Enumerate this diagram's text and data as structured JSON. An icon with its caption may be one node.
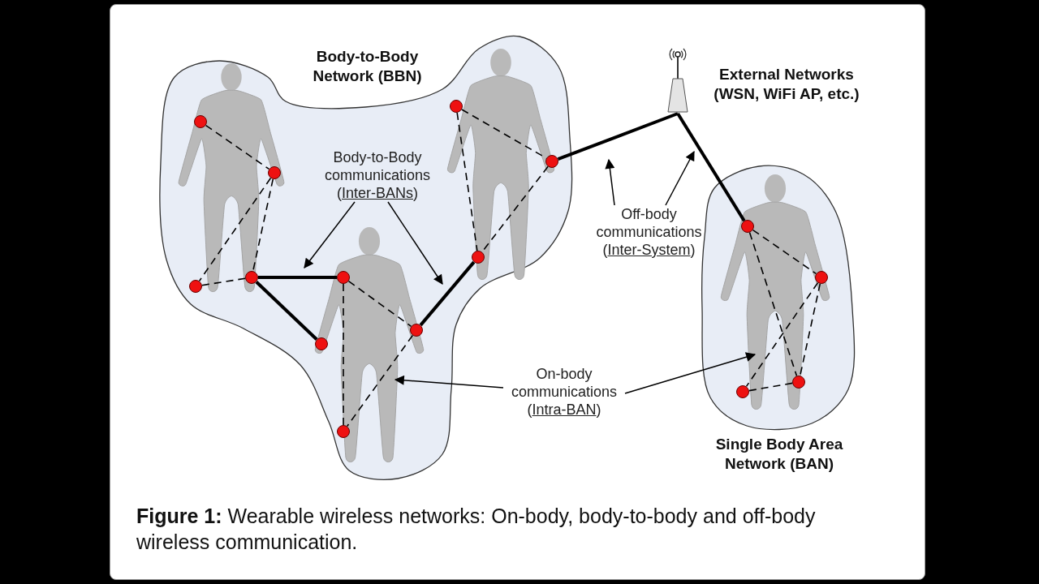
{
  "diagram": {
    "caption": "**Figure 1:** Wearable wireless networks: On-body, body-to-body and off-body wireless communication.",
    "nodes": [
      {
        "text": [
          "Body-to-Body Network (BBN)"
        ]
      },
      {
        "text": [],
        "shape": "circle",
        "in": 0
      },
      {
        "text": [],
        "shape": "circle",
        "in": 0
      },
      {
        "text": [],
        "shape": "circle",
        "in": 0
      },
      {
        "text": [],
        "shape": "circle",
        "in": 0
      },
      {
        "text": [],
        "shape": "circle",
        "in": 0
      },
      {
        "text": [],
        "shape": "circle",
        "in": 0
      },
      {
        "text": [],
        "shape": "circle",
        "in": 0
      },
      {
        "text": [],
        "shape": "circle",
        "in": 0
      },
      {
        "text": [],
        "shape": "circle",
        "in": 0
      },
      {
        "text": [],
        "shape": "circle",
        "in": 0
      },
      {
        "text": [],
        "shape": "circle",
        "in": 0
      },
      {
        "text": [
          "Body-to-Body communications (Inter-BANs)"
        ],
        "in": 0
      },
      {
        "text": [],
        "shape": "picture",
        "beside": [
          "External Networks (WSN, WiFi AP, etc.)"
        ]
      },
      {
        "text": [
          "Off-body communications (Inter-System)"
        ]
      },
      {
        "text": [
          "Single Body Area Network (BAN)"
        ]
      },
      {
        "text": [],
        "shape": "circle",
        "in": 15
      },
      {
        "text": [],
        "shape": "circle",
        "in": 15
      },
      {
        "text": [],
        "shape": "circle",
        "in": 15
      },
      {
        "text": [],
        "shape": "circle",
        "in": 15
      },
      {
        "text": [
          "On-body communications (Intra-BAN)"
        ]
      }
    ],
    "edges": [
      {
        "from": 1,
        "to": 2,
        "arrow": "none",
        "style": "dashed"
      },
      {
        "from": 2,
        "to": 4,
        "arrow": "none",
        "style": "dashed"
      },
      {
        "from": 2,
        "to": 3,
        "arrow": "none",
        "style": "dashed"
      },
      {
        "from": 3,
        "to": 4,
        "arrow": "none",
        "style": "dashed"
      },
      {
        "from": 4,
        "to": 5,
        "arrow": "none",
        "style": "thick"
      },
      {
        "from": 4,
        "to": 6,
        "arrow": "none",
        "style": "thick"
      },
      {
        "from": 5,
        "to": 7,
        "arrow": "none",
        "style": "dashed"
      },
      {
        "from": 5,
        "to": 8,
        "arrow": "none",
        "style": "dashed"
      },
      {
        "from": 7,
        "to": 8,
        "arrow": "none",
        "style": "dashed"
      },
      {
        "from": 7,
        "to": 11,
        "arrow": "none",
        "style": "thick"
      },
      {
        "from": 9,
        "to": 10,
        "arrow": "none",
        "style": "dashed"
      },
      {
        "from": 9,
        "to": 11,
        "arrow": "none",
        "style": "dashed"
      },
      {
        "from": 10,
        "to": 11,
        "arrow": "none",
        "style": "dashed"
      },
      {
        "from": 10,
        "to": 13,
        "arrow": "none",
        "style": "thick"
      },
      {
        "from": 13,
        "to": 16,
        "arrow": "none",
        "style": "thick"
      },
      {
        "from": 16,
        "to": 17,
        "arrow": "none",
        "style": "dashed"
      },
      {
        "from": 16,
        "to": 19,
        "arrow": "none",
        "style": "dashed"
      },
      {
        "from": 17,
        "to": 18,
        "arrow": "none",
        "style": "dashed"
      },
      {
        "from": 17,
        "to": 19,
        "arrow": "none",
        "style": "dashed"
      },
      {
        "from": 18,
        "to": 19,
        "arrow": "none",
        "style": "dashed"
      },
      {
        "from": 12,
        "to": null,
        "arrow": "to"
      },
      {
        "from": 12,
        "to": null,
        "arrow": "to"
      },
      {
        "from": 14,
        "to": null,
        "arrow": "to"
      },
      {
        "from": 14,
        "to": null,
        "arrow": "to"
      },
      {
        "from": 20,
        "to": null,
        "arrow": "to"
      },
      {
        "from": 20,
        "to": null,
        "arrow": "to"
      }
    ]
  }
}
